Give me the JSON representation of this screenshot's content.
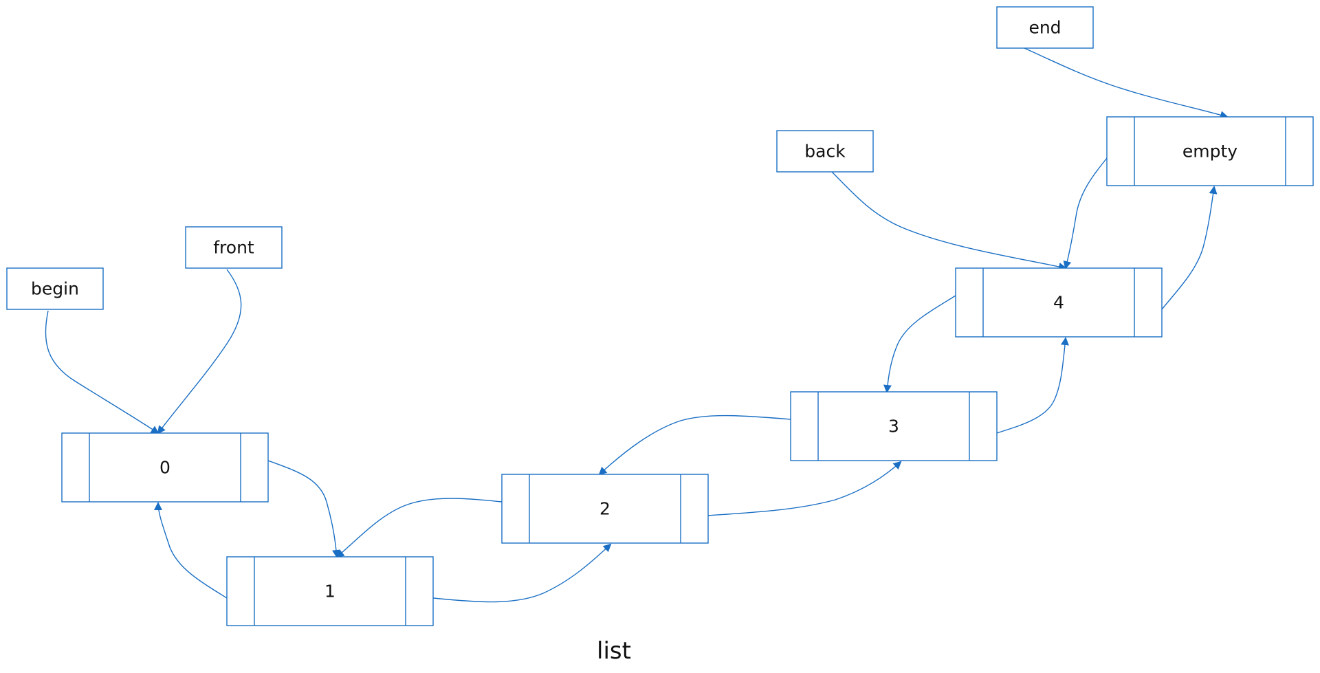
{
  "diagram": {
    "caption": "list",
    "accent_color": "#1a6fc4",
    "pointers": {
      "begin": "begin",
      "front": "front",
      "back": "back",
      "end": "end"
    },
    "nodes": {
      "n0": "0",
      "n1": "1",
      "n2": "2",
      "n3": "3",
      "n4": "4",
      "sentinel": "empty"
    }
  }
}
